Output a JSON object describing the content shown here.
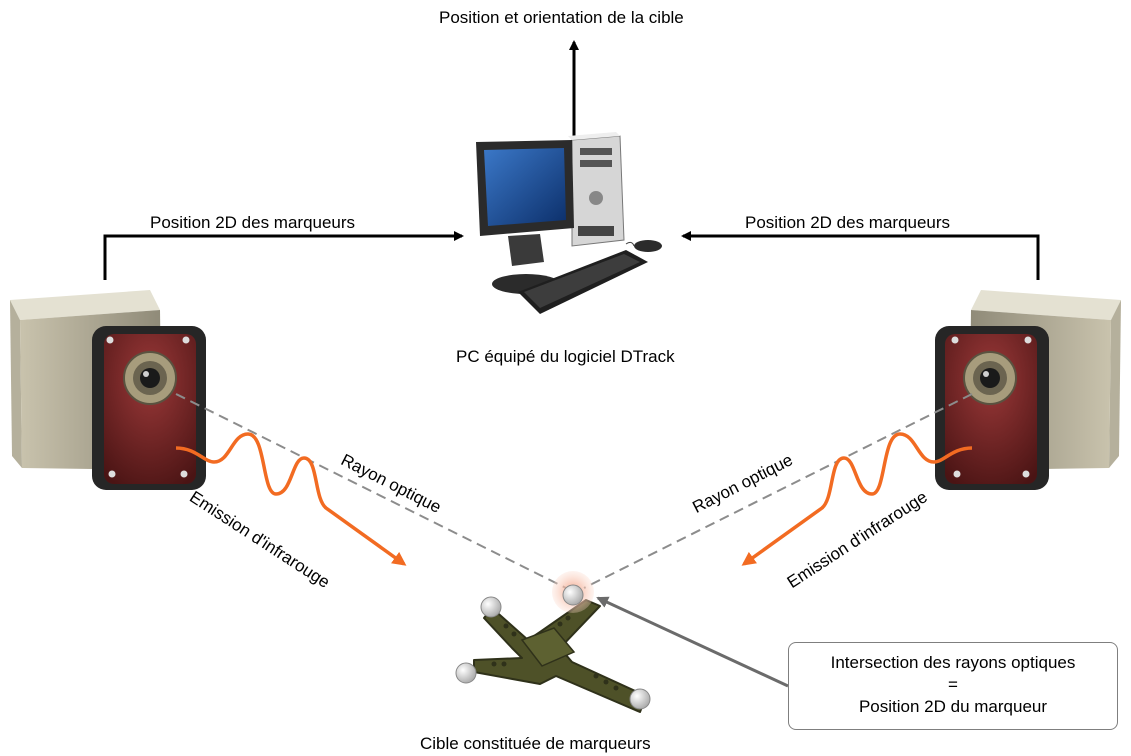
{
  "labels": {
    "target_pose": "Position et orientation de la cible",
    "markers_2d_left": "Position 2D des marqueurs",
    "markers_2d_right": "Position 2D des marqueurs",
    "pc": "PC équipé du logiciel DTrack",
    "ray_left": "Rayon optique",
    "ray_right": "Rayon optique",
    "ir_left": "Emission d'infrarouge",
    "ir_right": "Emission d'infrarouge",
    "target": "Cible constituée de marqueurs"
  },
  "intersection_box": {
    "line1": "Intersection des rayons optiques",
    "line2": "=",
    "line3": "Position 2D du marqueur"
  },
  "icons": [
    "computer-icon",
    "camera-icon",
    "target-icon"
  ],
  "colors": {
    "infrared": "#f26b22",
    "ray": "#8c8c8c",
    "arrow": "#000000",
    "pointer": "#6b6b6b",
    "target_body": "#4e5128",
    "camera_face": "#6e2222"
  }
}
